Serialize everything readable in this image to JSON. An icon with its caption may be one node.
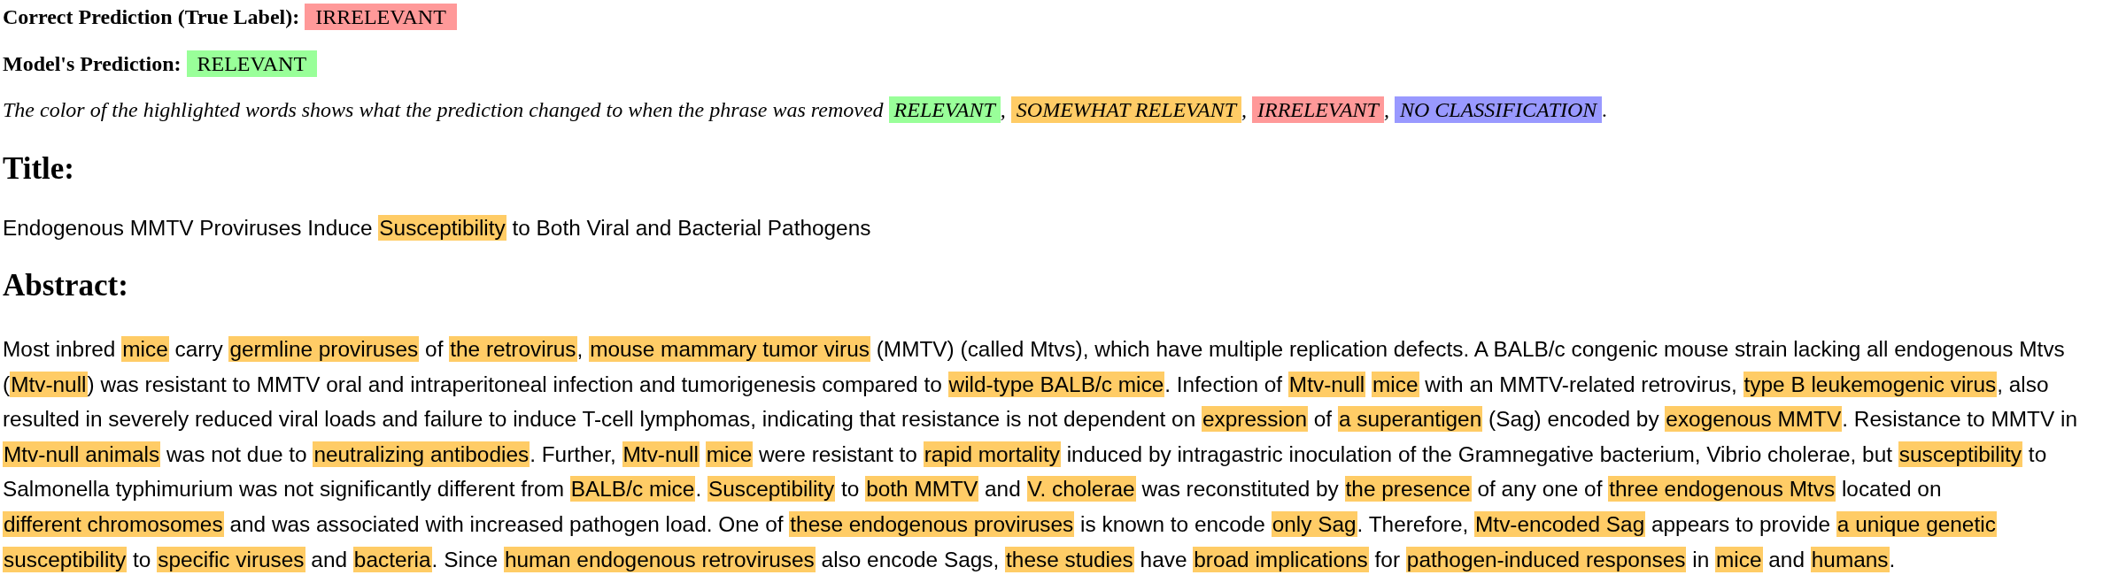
{
  "diagram": {
    "nodes": [
      {
        "text": [
          "IRRELEVANT"
        ],
        "beside": [
          "Correct Prediction (True Label):"
        ]
      },
      {
        "text": [
          "RELEVANT"
        ],
        "beside": [
          "Model's Prediction:"
        ]
      },
      {
        "text": [
          "Susceptibility"
        ]
      },
      {
        "text": [
          "mice"
        ]
      },
      {
        "text": [
          "germline proviruses"
        ]
      },
      {
        "text": [
          "the retrovirus"
        ]
      },
      {
        "text": [
          "mouse mammary tumor virus"
        ]
      },
      {
        "text": [
          "Mtv-null"
        ]
      },
      {
        "text": [
          "wild-type BALB/c mice"
        ]
      },
      {
        "text": [
          "Mtv-null"
        ]
      },
      {
        "text": [
          "mice"
        ]
      },
      {
        "text": [
          "type B leukemogenic virus"
        ]
      },
      {
        "text": [
          "expression"
        ]
      },
      {
        "text": [
          "a superantigen"
        ]
      },
      {
        "text": [
          "exogenous MMTV"
        ]
      },
      {
        "text": [
          "Mtv-null animals"
        ]
      },
      {
        "text": [
          "neutralizing antibodies"
        ]
      },
      {
        "text": [
          "Mtv-null"
        ]
      },
      {
        "text": [
          "mice"
        ]
      },
      {
        "text": [
          "rapid mortality"
        ]
      },
      {
        "text": [
          "susceptibility"
        ]
      },
      {
        "text": [
          "BALB/c mice"
        ]
      },
      {
        "text": [
          "Susceptibility"
        ]
      },
      {
        "text": [
          "both MMTV"
        ]
      },
      {
        "text": [
          "V. cholerae"
        ]
      },
      {
        "text": [
          "the presence"
        ]
      },
      {
        "text": [
          "three endogenous Mtvs"
        ]
      },
      {
        "text": [
          "different chromosomes"
        ]
      },
      {
        "text": [
          "these endogenous proviruses"
        ]
      },
      {
        "text": [
          "only Sag"
        ]
      },
      {
        "text": [
          "Mtv-encoded Sag"
        ]
      },
      {
        "text": [
          "a unique genetic"
        ]
      },
      {
        "text": [
          "susceptibility"
        ]
      },
      {
        "text": [
          "specific viruses"
        ]
      },
      {
        "text": [
          "bacteria"
        ]
      },
      {
        "text": [
          "human endogenous retroviruses"
        ]
      },
      {
        "text": [
          "these studies"
        ]
      },
      {
        "text": [
          "broad implications"
        ]
      },
      {
        "text": [
          "pathogen-induced responses"
        ]
      },
      {
        "text": [
          "mice"
        ]
      },
      {
        "text": [
          "humans"
        ]
      }
    ],
    "labels": [
      "The color of the highlighted words shows what the prediction changed to when the phrase was removed",
      ",",
      ",",
      ",",
      ".",
      "Title:",
      "Endogenous MMTV Proviruses Induce",
      "to Both Viral and Bacterial Pathogens",
      "Abstract:",
      "Most inbred",
      "carry",
      "of",
      ",",
      "(MMTV) (called Mtvs), which have multiple replication defects. A BALB/c congenic mouse strain lacking all endogenous Mtvs (",
      ") was resistant to MMTV oral and intraperitoneal infection and tumorigenesis compared to",
      ". Infection of",
      "with an MMTV-related retrovirus,",
      ", also resulted in severely reduced viral loads and failure to induce T-cell lymphomas, indicating that resistance is not dependent on",
      "of",
      "(Sag) encoded by",
      ". Resistance to MMTV in",
      "was not due to",
      ". Further,",
      "were resistant to",
      "induced by intragastric inoculation of the Gramnegative bacterium, Vibrio cholerae, but",
      "to Salmonella typhimurium was not significantly different from",
      ".",
      "to",
      "and",
      "was reconstituted by",
      "of any one of",
      "located on",
      "and was associated with increased pathogen load. One of",
      "is known to encode",
      ". Therefore,",
      "appears to provide",
      "to",
      "and",
      ". Since",
      "also encode Sags,",
      "have",
      "for",
      "in",
      "and",
      "."
    ],
    "legend": [
      {
        "text": "RELEVANT",
        "color": "#99ff99"
      },
      {
        "text": "SOMEWHAT RELEVANT",
        "color": "#ffcc66"
      },
      {
        "text": "IRRELEVANT",
        "color": "#ff9999"
      },
      {
        "text": "NO CLASSIFICATION",
        "color": "#9999ff"
      }
    ]
  }
}
